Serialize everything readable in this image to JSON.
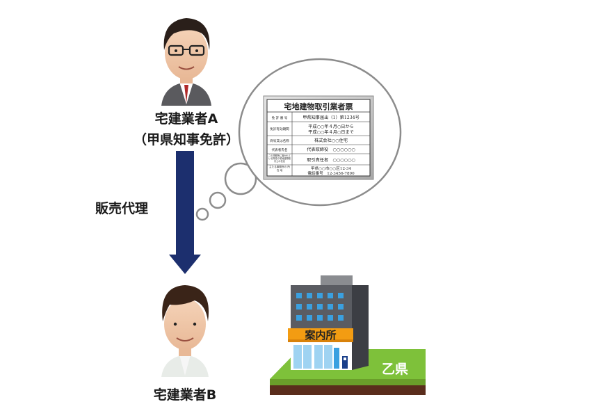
{
  "agent_a": {
    "name": "宅建業者A",
    "license": "（甲県知事免許）"
  },
  "agent_b": {
    "name": "宅建業者B"
  },
  "relation": {
    "label": "販売代理"
  },
  "building": {
    "sign": "案内所",
    "prefecture": "乙県"
  },
  "license_plate": {
    "title": "宅地建物取引業者票",
    "rows": [
      {
        "label": "免 許 番 号",
        "value": "甲県知事届出（1）第1234号"
      },
      {
        "label": "免許有効期間",
        "value": "平成○○年４月○日から",
        "value2": "平成○○年４月○日まで"
      },
      {
        "label": "商号又は名称",
        "value": "株式会社○○住宅"
      },
      {
        "label": "代表者氏名",
        "value": "代表取締役　○○○○○○"
      },
      {
        "label": "この事務所に置かれている専任の宅地建物取引士の氏名",
        "value": "取引責任者　○○○○○○"
      },
      {
        "label": "主たる事務所の 所 在 地",
        "value": "甲県○○市○○区12-34",
        "value2": "電話番号　12-3456-7890"
      }
    ]
  },
  "colors": {
    "arrow": "#1c2f6e",
    "building_dark": "#4a4c52",
    "window": "#3aa0e0",
    "sign": "#f39c12",
    "grass": "#7ec13a",
    "soil": "#5a2d1c"
  }
}
